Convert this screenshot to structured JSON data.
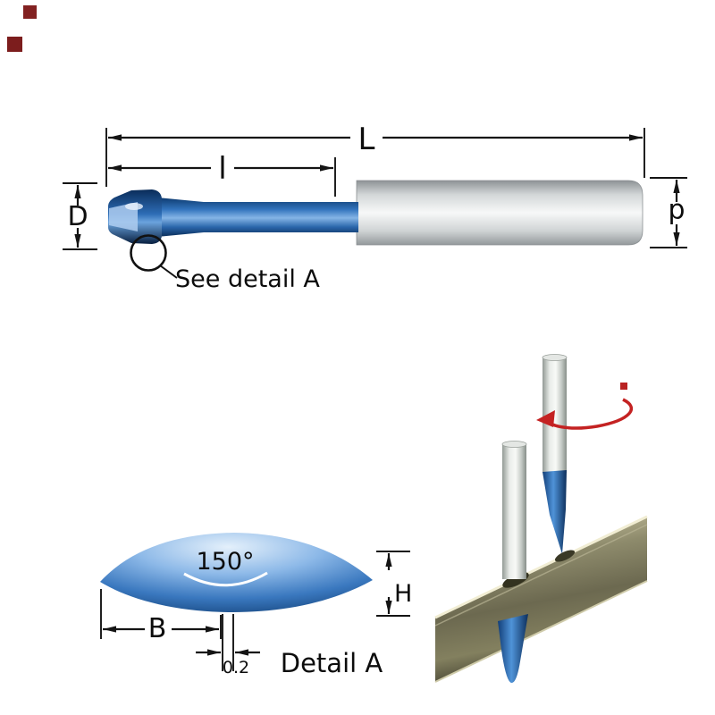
{
  "main_drawing": {
    "dim_overall_length": "L",
    "dim_cutter_length": "l",
    "dim_cutter_diameter": "D",
    "dim_shank_diameter": "d",
    "see_detail_label": "See detail A"
  },
  "detail_a": {
    "angle_label": "150°",
    "dim_height_label": "H",
    "dim_width_label": "B",
    "dim_tip_width_label": "0.2",
    "caption": "Detail A"
  },
  "colors": {
    "tool_blue": "#2d6db6",
    "tool_blue_dark": "#0a2c59",
    "tool_blue_light": "#85b5e6",
    "shank_silver": "#d3d7d8",
    "workpiece_olive": "#8e8b6c",
    "rotation_arrow_red": "#c42222",
    "dimension_line_black": "#141414",
    "corner_mark_maroon": "#7e2020",
    "background": "#ffffff"
  }
}
